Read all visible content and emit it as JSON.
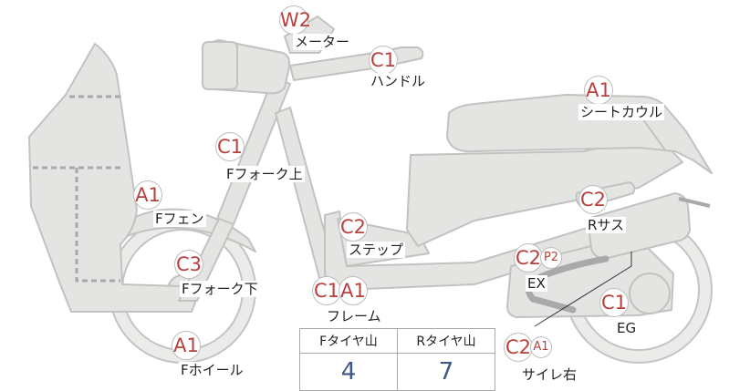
{
  "labels": {
    "meter": "メーター",
    "handle": "ハンドル",
    "seat_cowl": "シートカウル",
    "f_fork_upper": "Fフォーク上",
    "f_fender": "Fフェン",
    "step": "ステップ",
    "r_sus": "Rサス",
    "ex": "EX",
    "f_fork_lower": "Fフォーク下",
    "frame": "フレーム",
    "eg": "EG",
    "f_wheel": "Fホイール",
    "muffler_right": "サイレ右"
  },
  "ratings": {
    "meter": [
      "W2"
    ],
    "handle": [
      "C1"
    ],
    "seat_cowl": [
      "A1"
    ],
    "f_fork_upper": [
      "C1"
    ],
    "f_fender": [
      "A1"
    ],
    "step": [
      "C2"
    ],
    "r_sus": [
      "C2"
    ],
    "ex": [
      "C2",
      "P2"
    ],
    "f_fork_lower": [
      "C3"
    ],
    "frame": [
      "C1",
      "A1"
    ],
    "eg": [
      "C1"
    ],
    "f_wheel": [
      "A1"
    ],
    "muffler_right": [
      "C2",
      "A1"
    ]
  },
  "tread_table": {
    "front_header": "Fタイヤ山",
    "rear_header": "Rタイヤ山",
    "front_value": "4",
    "rear_value": "7"
  },
  "colors": {
    "rating_text": "#b8413d",
    "tread_value": "#3c5a86",
    "part_fill": "#e4e4e2"
  }
}
